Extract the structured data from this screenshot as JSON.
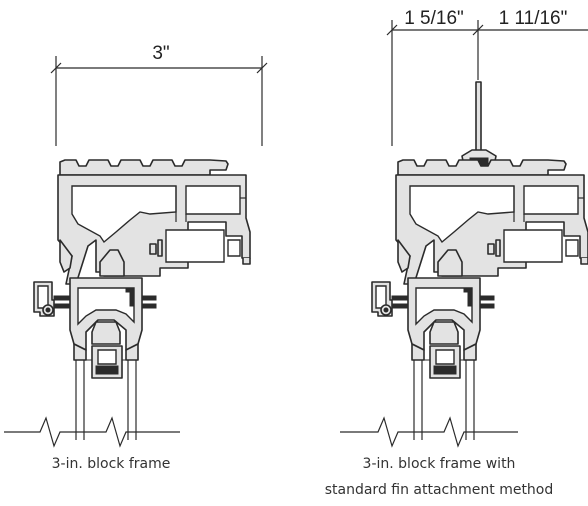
{
  "left": {
    "dimension": "3\"",
    "caption": "3-in. block frame"
  },
  "right": {
    "dimension_left": "1 5/16\"",
    "dimension_right": "1 11/16\"",
    "caption_line1": "3-in. block frame with",
    "caption_line2": "standard fin attachment method"
  },
  "colors": {
    "profile_fill": "#e3e3e3",
    "outline": "#2b2b2b",
    "caption_text": "#333333"
  }
}
